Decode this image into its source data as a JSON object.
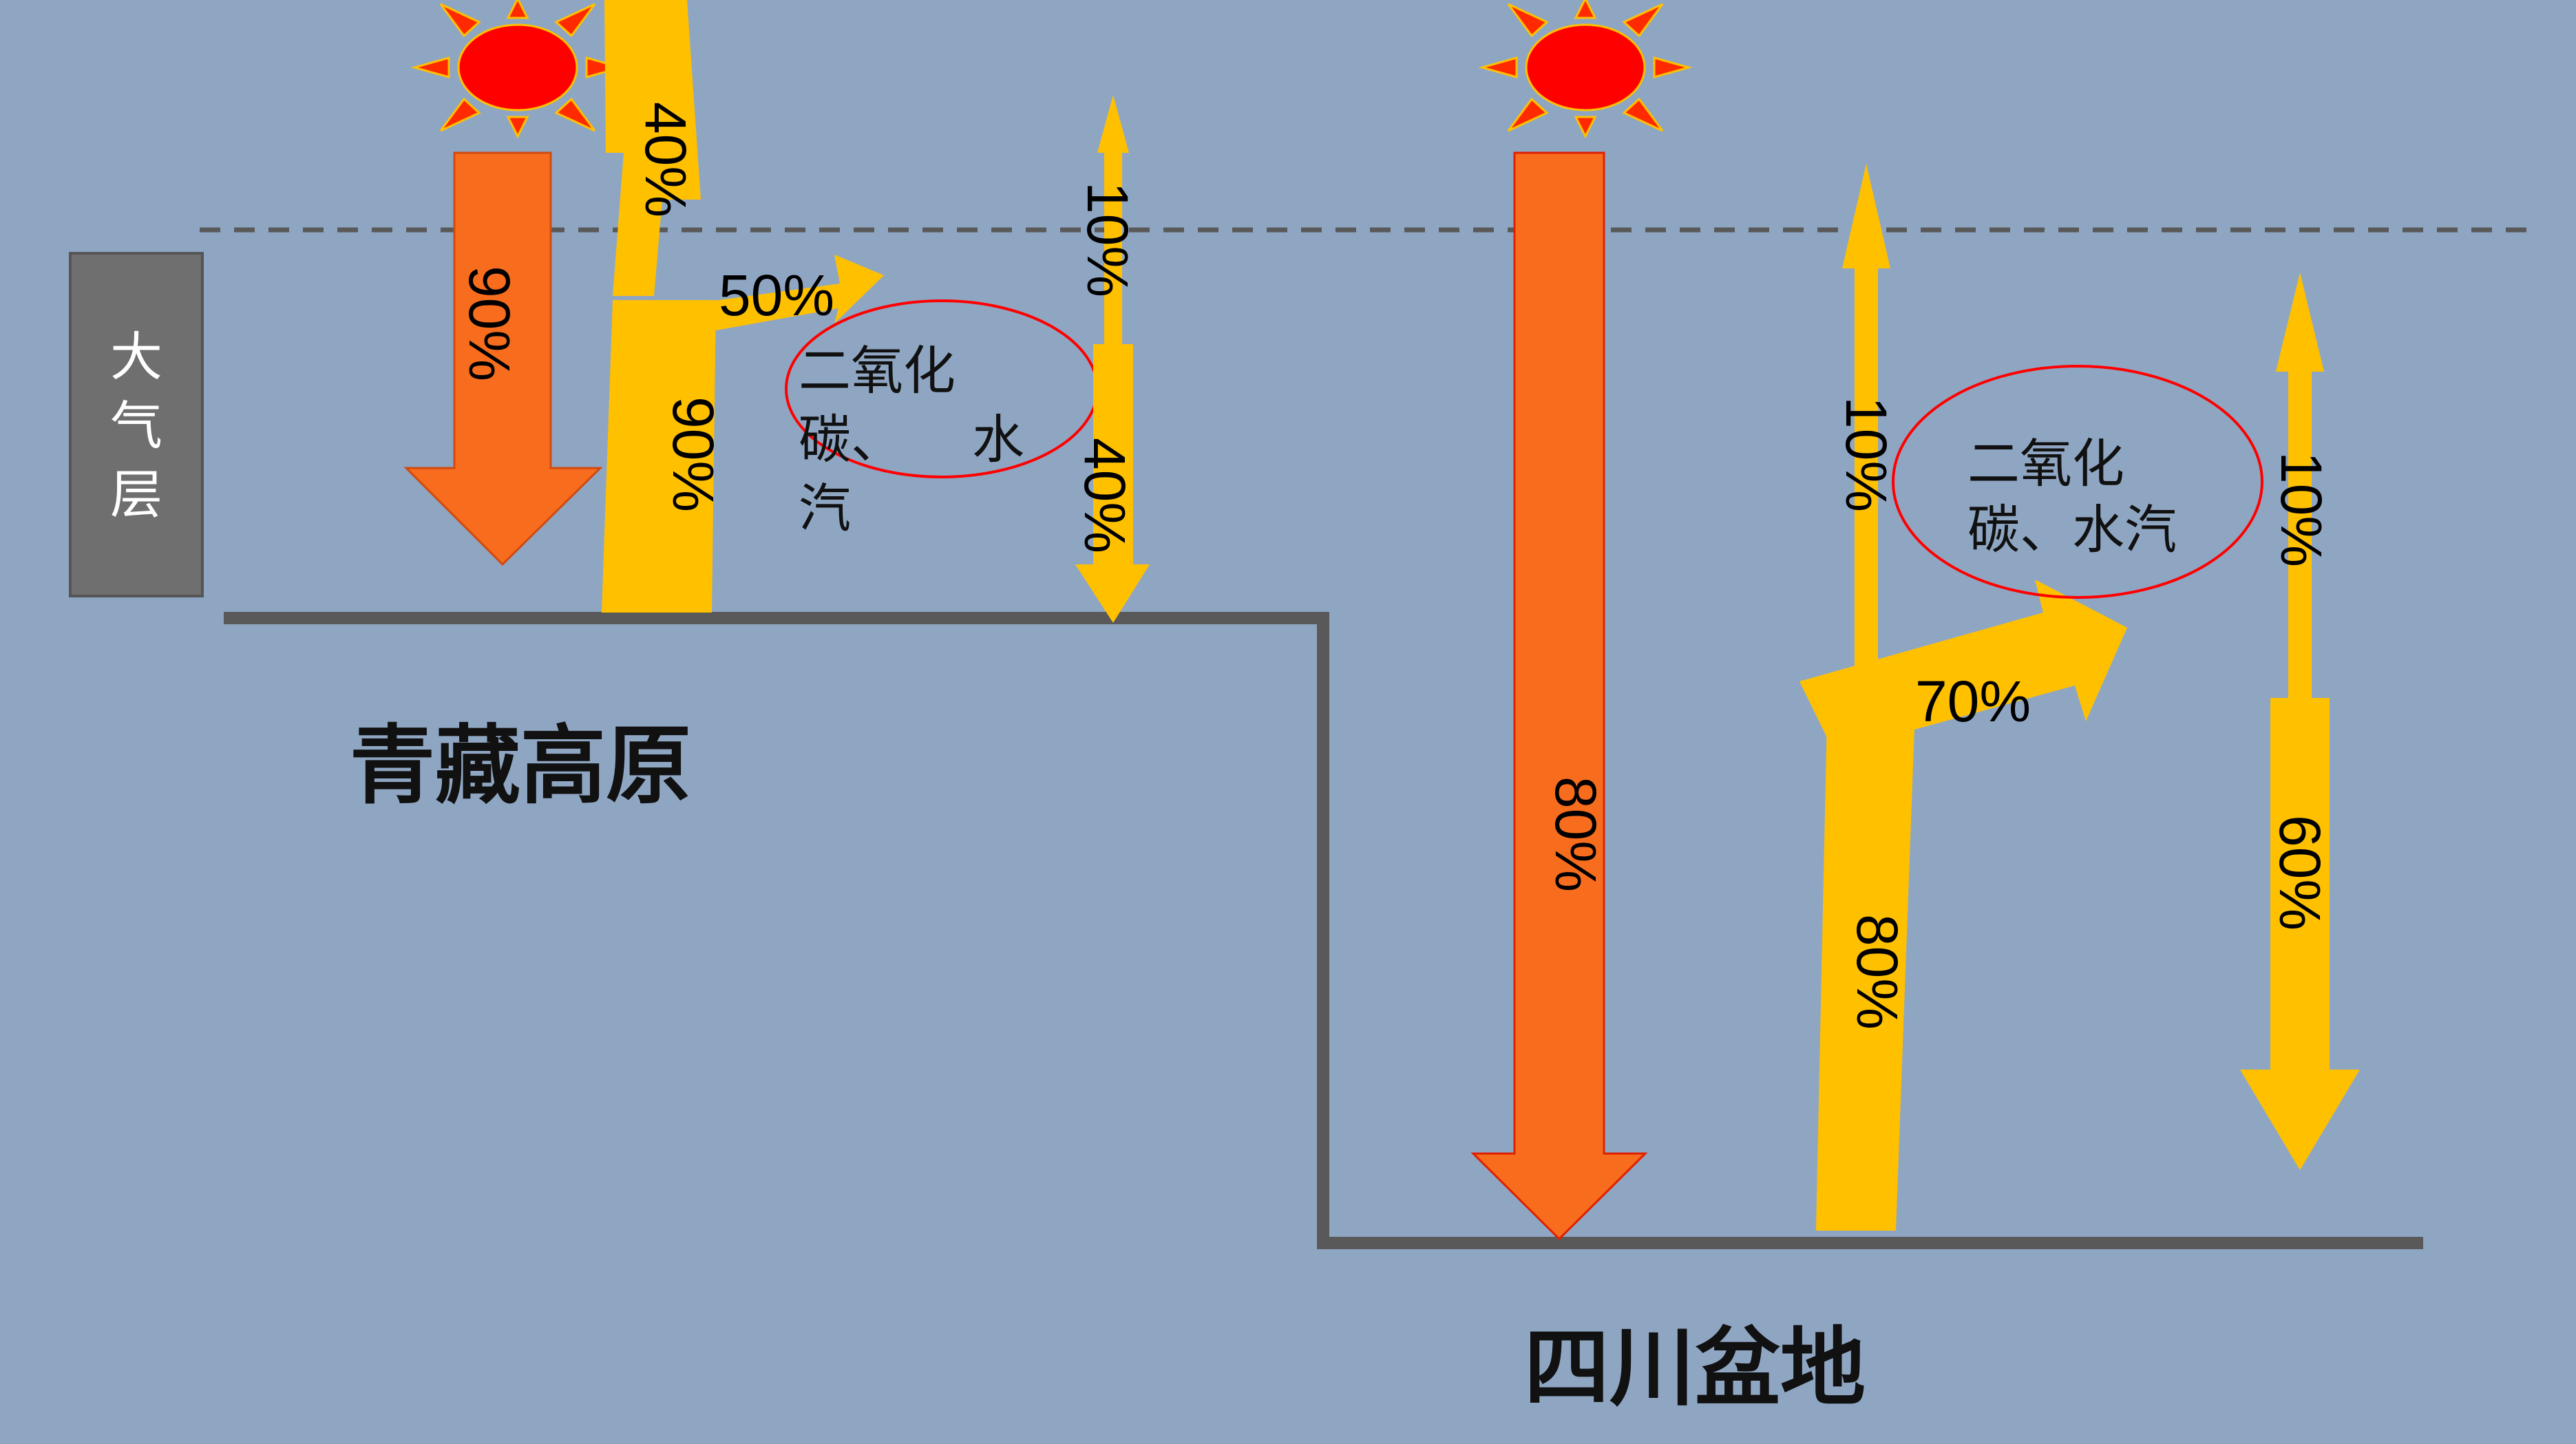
{
  "atmosphere_label": [
    "大",
    "气",
    "层"
  ],
  "regions": {
    "plateau": "青藏高原",
    "basin": "四川盆地"
  },
  "gas_labels": {
    "plateau": [
      "二氧化",
      "碳、",
      "水",
      "汽"
    ],
    "basin": [
      "二氧化",
      "碳、水汽"
    ]
  },
  "percentages": {
    "plateau_incoming": "90%",
    "plateau_ground_radiation": "90%",
    "plateau_escape": "40%",
    "plateau_absorbed": "50%",
    "plateau_atm_up": "10%",
    "plateau_atm_down": "40%",
    "basin_incoming": "80%",
    "basin_ground_radiation": "80%",
    "basin_escape": "10%",
    "basin_absorbed": "70%",
    "basin_atm_up": "10%",
    "basin_atm_down": "60%"
  },
  "colors": {
    "background": "#8fa6c3",
    "solar_arrow": "#f76d1d",
    "ground_arrow": "#ffc000",
    "sun": "#ff0000",
    "ground_line": "#595959",
    "atmosphere_box": "#6f6f6f"
  }
}
